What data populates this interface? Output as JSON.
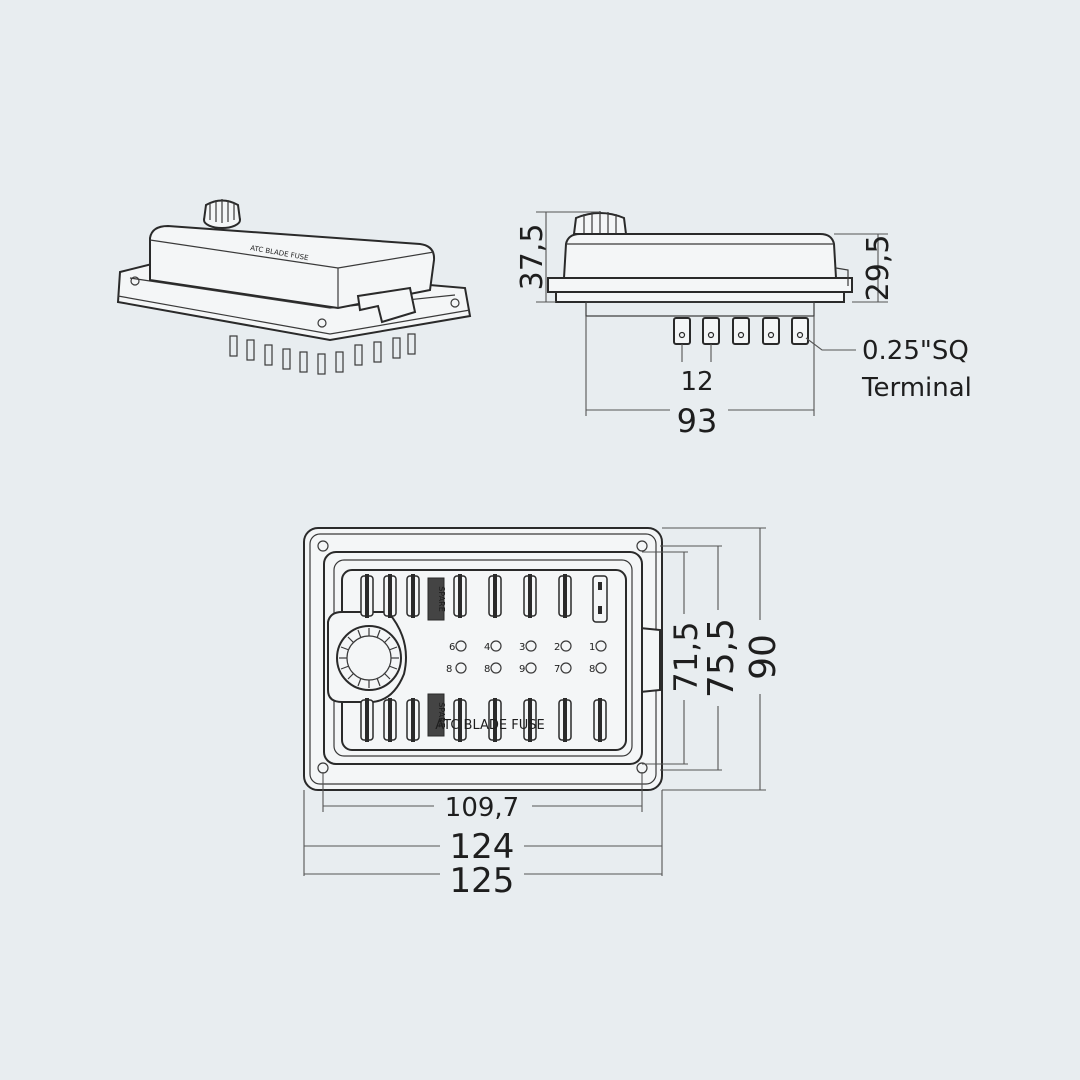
{
  "side_view": {
    "height_total": "37,5",
    "height_body": "29,5",
    "terminal_size": "0.25\"SQ",
    "terminal_word": "Terminal",
    "terminal_pitch": "12",
    "width_body": "93"
  },
  "top_view": {
    "height_inner": "71,5",
    "height_mid": "75,5",
    "height_total": "90",
    "width_holes": "109,7",
    "width_mid": "124",
    "width_total": "125",
    "circuit_numbers_upper": [
      "6",
      "4",
      "3",
      "2",
      "1"
    ],
    "circuit_numbers_lower": [
      "8",
      "8",
      "9",
      "7",
      "8"
    ],
    "fuse_label": "ATC BLADE FUSE",
    "spare_label": "SPARE"
  },
  "colors": {
    "background": "#e8edf0",
    "line": "#2a2a2a"
  }
}
